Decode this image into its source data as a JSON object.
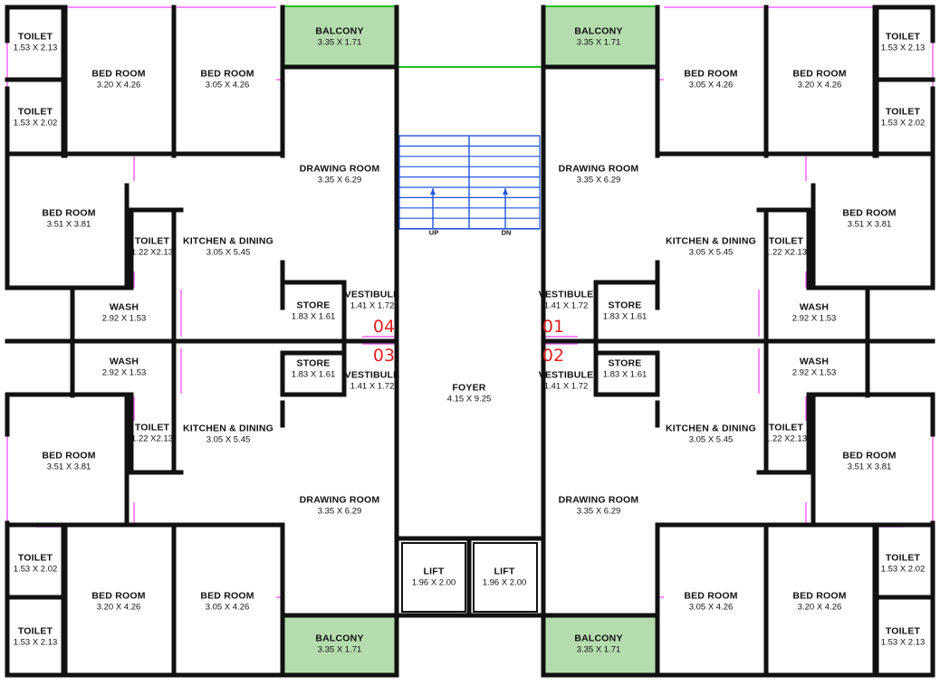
{
  "units": [
    {
      "number": "01",
      "balcony": {
        "name": "BALCONY",
        "size": "3.35 X 1.71"
      },
      "drawing": {
        "name": "DRAWING ROOM",
        "size": "3.35 X 6.29"
      },
      "kitchen": {
        "name": "KITCHEN & DINING",
        "size": "3.05 X 5.45"
      },
      "store": {
        "name": "STORE",
        "size": "1.83 X 1.61"
      },
      "vestibule": {
        "name": "VESTIBULE",
        "size": "1.41 X 1.72"
      },
      "wash": {
        "name": "WASH",
        "size": "2.92 X 1.53"
      },
      "bed_a": {
        "name": "BED ROOM",
        "size": "3.05 X 4.26"
      },
      "bed_b": {
        "name": "BED ROOM",
        "size": "3.20 X 4.26"
      },
      "bed_c": {
        "name": "BED ROOM",
        "size": "3.51 X 3.81"
      },
      "toilet_a": {
        "name": "TOILET",
        "size": "1.53 X 2.13"
      },
      "toilet_b": {
        "name": "TOILET",
        "size": "1.53 X 2.02"
      },
      "toilet_c": {
        "name": "TOILET",
        "size": "1.22 X2.13"
      }
    },
    {
      "number": "02",
      "balcony": {
        "name": "BALCONY",
        "size": "3.35 X 1.71"
      },
      "drawing": {
        "name": "DRAWING ROOM",
        "size": "3.35 X 6.29"
      },
      "kitchen": {
        "name": "KITCHEN & DINING",
        "size": "3.05 X 5.45"
      },
      "store": {
        "name": "STORE",
        "size": "1.83 X 1.61"
      },
      "vestibule": {
        "name": "VESTIBULE",
        "size": "1.41 X 1.72"
      },
      "wash": {
        "name": "WASH",
        "size": "2.92 X 1.53"
      },
      "bed_a": {
        "name": "BED ROOM",
        "size": "3.05 X 4.26"
      },
      "bed_b": {
        "name": "BED ROOM",
        "size": "3.20 X 4.26"
      },
      "bed_c": {
        "name": "BED ROOM",
        "size": "3.51 X 3.81"
      },
      "toilet_a": {
        "name": "TOILET",
        "size": "1.53 X 2.13"
      },
      "toilet_b": {
        "name": "TOILET",
        "size": "1.53 X 2.02"
      },
      "toilet_c": {
        "name": "TOILET",
        "size": "1.22 X2.13"
      }
    },
    {
      "number": "03",
      "balcony": {
        "name": "BALCONY",
        "size": "3.35 X 1.71"
      },
      "drawing": {
        "name": "DRAWING ROOM",
        "size": "3.35 X 6.29"
      },
      "kitchen": {
        "name": "KITCHEN & DINING",
        "size": "3.05 X 5.45"
      },
      "store": {
        "name": "STORE",
        "size": "1.83 X 1.61"
      },
      "vestibule": {
        "name": "VESTIBULE",
        "size": "1.41 X 1.72"
      },
      "wash": {
        "name": "WASH",
        "size": "2.92 X 1.53"
      },
      "bed_a": {
        "name": "BED ROOM",
        "size": "3.05 X 4.26"
      },
      "bed_b": {
        "name": "BED ROOM",
        "size": "3.20 X 4.26"
      },
      "bed_c": {
        "name": "BED ROOM",
        "size": "3.51 X 3.81"
      },
      "toilet_a": {
        "name": "TOILET",
        "size": "1.53 X 2.13"
      },
      "toilet_b": {
        "name": "TOILET",
        "size": "1.53 X 2.02"
      },
      "toilet_c": {
        "name": "TOILET",
        "size": "1.22 X2.13"
      }
    },
    {
      "number": "04",
      "balcony": {
        "name": "BALCONY",
        "size": "3.35 X 1.71"
      },
      "drawing": {
        "name": "DRAWING ROOM",
        "size": "3.35 X 6.29"
      },
      "kitchen": {
        "name": "KITCHEN & DINING",
        "size": "3.05 X 5.45"
      },
      "store": {
        "name": "STORE",
        "size": "1.83 X 1.61"
      },
      "vestibule": {
        "name": "VESTIBULE",
        "size": "1.41 X 1.72"
      },
      "wash": {
        "name": "WASH",
        "size": "2.92 X 1.53"
      },
      "bed_a": {
        "name": "BED ROOM",
        "size": "3.05 X 4.26"
      },
      "bed_b": {
        "name": "BED ROOM",
        "size": "3.20 X 4.26"
      },
      "bed_c": {
        "name": "BED ROOM",
        "size": "3.51 X 3.81"
      },
      "toilet_a": {
        "name": "TOILET",
        "size": "1.53 X 2.13"
      },
      "toilet_b": {
        "name": "TOILET",
        "size": "1.53 X 2.02"
      },
      "toilet_c": {
        "name": "TOILET",
        "size": "1.22 X2.13"
      }
    }
  ],
  "core": {
    "foyer": {
      "name": "FOYER",
      "size": "4.15 X 9.25"
    },
    "lift_1": {
      "name": "LIFT",
      "size": "1.96 X 2.00"
    },
    "lift_2": {
      "name": "LIFT",
      "size": "1.96 X 2.00"
    },
    "stair_up": "UP",
    "stair_down": "DN"
  },
  "colors": {
    "wall": "#111111",
    "balcony_fill": "#b5dcae",
    "balcony_edge": "#22c022",
    "opening": "#ff66ff",
    "stair": "#2255dd",
    "unit_number": "#e02020"
  }
}
